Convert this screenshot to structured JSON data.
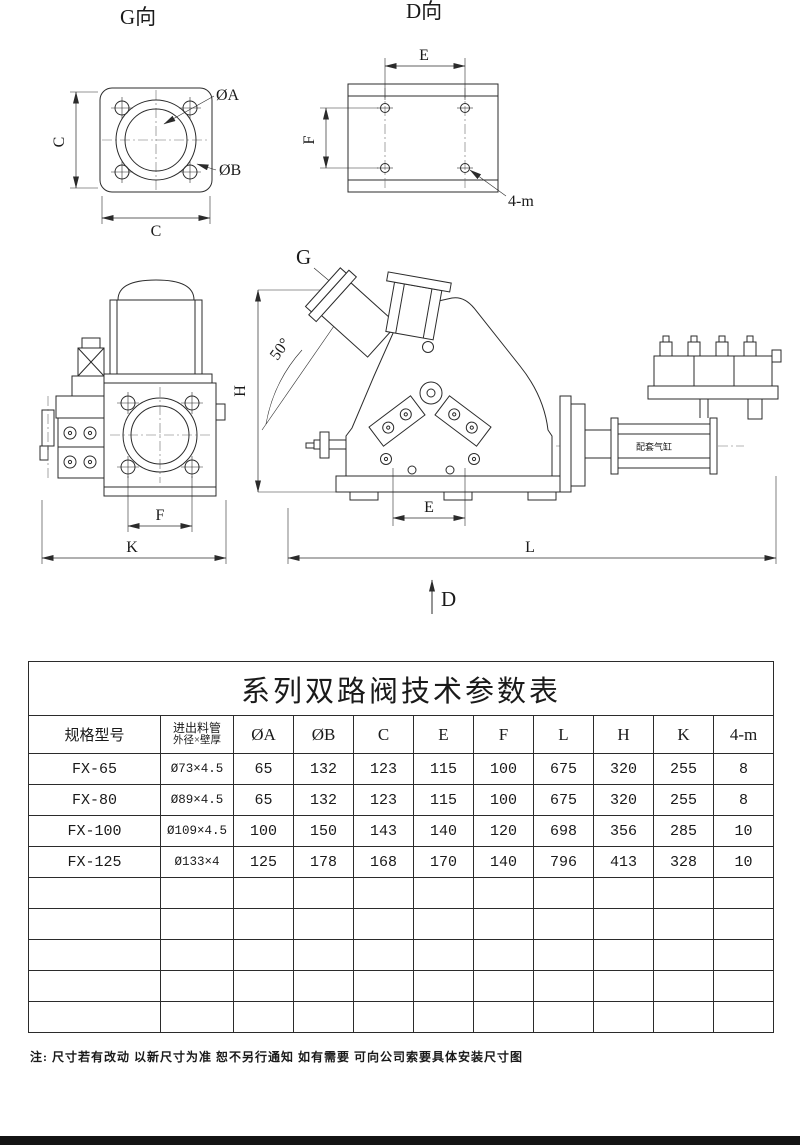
{
  "drawing": {
    "g_view": {
      "title": "G向",
      "dim_oa": "ØA",
      "dim_ob": "ØB",
      "dim_c_left": "C",
      "dim_c_bottom": "C"
    },
    "d_view": {
      "title": "D向",
      "dim_e": "E",
      "dim_f": "F",
      "dim_4m": "4-m"
    },
    "front_view": {
      "dim_f": "F",
      "dim_k": "K"
    },
    "side_view": {
      "label_g": "G",
      "angle_label": "50°",
      "dim_h": "H",
      "dim_e": "E",
      "dim_l": "L",
      "label_d": "D",
      "cylinder_label": "配套气缸"
    }
  },
  "table": {
    "title": "系列双路阀技术参数表",
    "col_model": "规格型号",
    "col_pipe_line1": "进出料管",
    "col_pipe_line2": "外径×壁厚",
    "col_dims": [
      "ØA",
      "ØB",
      "C",
      "E",
      "F",
      "L",
      "H",
      "K",
      "4-m"
    ],
    "rows": [
      [
        "FX-65",
        "Ø73×4.5",
        "65",
        "132",
        "123",
        "115",
        "100",
        "675",
        "320",
        "255",
        "8"
      ],
      [
        "FX-80",
        "Ø89×4.5",
        "65",
        "132",
        "123",
        "115",
        "100",
        "675",
        "320",
        "255",
        "8"
      ],
      [
        "FX-100",
        "Ø109×4.5",
        "100",
        "150",
        "143",
        "140",
        "120",
        "698",
        "356",
        "285",
        "10"
      ],
      [
        "FX-125",
        "Ø133×4",
        "125",
        "178",
        "168",
        "170",
        "140",
        "796",
        "413",
        "328",
        "10"
      ]
    ],
    "empty_row_count": 5
  },
  "note": "注: 尺寸若有改动 以新尺寸为准 恕不另行通知 如有需要 可向公司索要具体安装尺寸图"
}
